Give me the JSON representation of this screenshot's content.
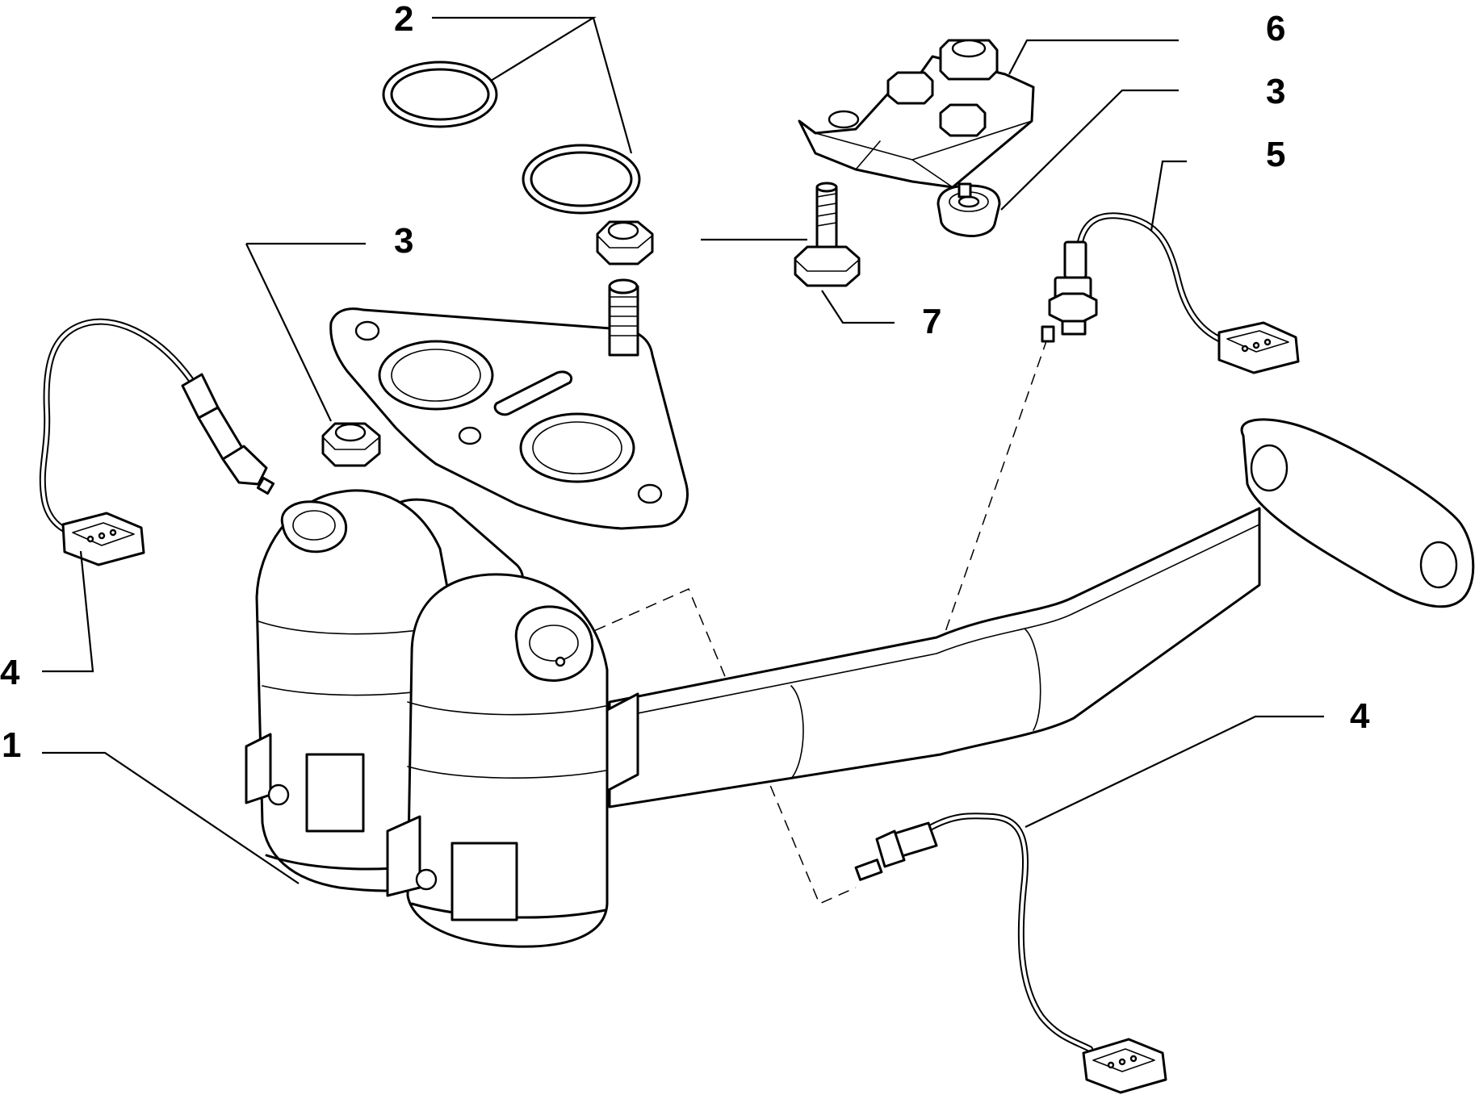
{
  "callouts": [
    {
      "id": "c2",
      "label": "2"
    },
    {
      "id": "c6",
      "label": "6"
    },
    {
      "id": "c3a",
      "label": "3"
    },
    {
      "id": "c5",
      "label": "5"
    },
    {
      "id": "c3b",
      "label": "3"
    },
    {
      "id": "c7",
      "label": "7"
    },
    {
      "id": "c4a",
      "label": "4"
    },
    {
      "id": "c1",
      "label": "1"
    },
    {
      "id": "c4b",
      "label": "4"
    }
  ],
  "colors": {
    "line": "#000000",
    "background": "#ffffff"
  }
}
